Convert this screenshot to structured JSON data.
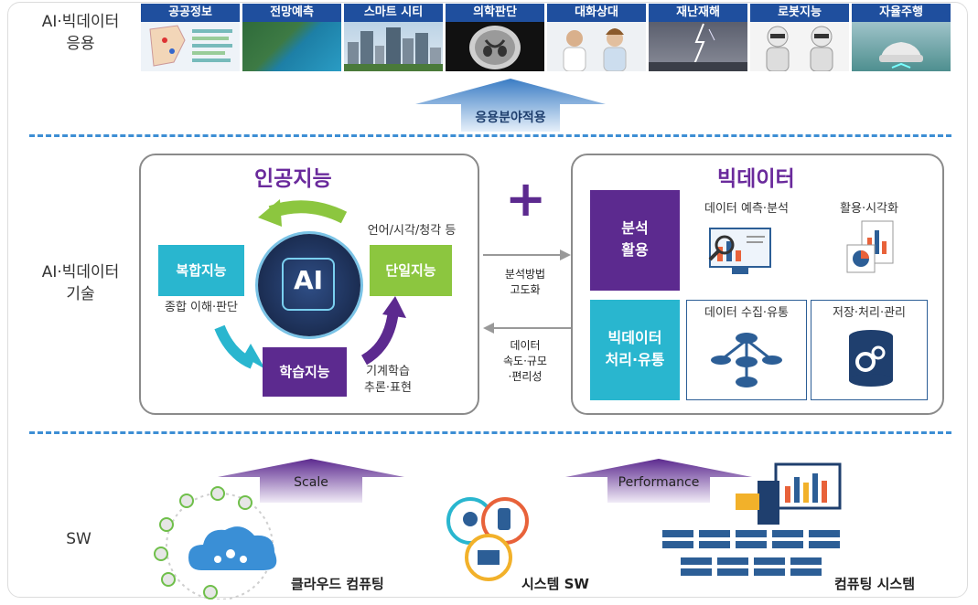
{
  "rows": {
    "app_label": "AI·빅데이터\n응용",
    "tech_label": "AI·빅데이터\n기술",
    "sw_label": "SW"
  },
  "applications": [
    {
      "label": "공공정보"
    },
    {
      "label": "전망예측"
    },
    {
      "label": "스마트 시티"
    },
    {
      "label": "의학판단"
    },
    {
      "label": "대화상대"
    },
    {
      "label": "재난재해"
    },
    {
      "label": "로봇지능"
    },
    {
      "label": "자율주행"
    }
  ],
  "app_arrow_label": "응용분야적용",
  "ai": {
    "title": "인공지능",
    "center_label": "AI",
    "composite": {
      "label": "복합지능",
      "desc": "종합 이해·판단"
    },
    "single": {
      "label": "단일지능",
      "desc": "언어/시각/청각 등"
    },
    "learning": {
      "label": "학습지능",
      "desc": "기계학습\n추론·표현"
    }
  },
  "plus_symbol": "+",
  "link": {
    "to_bigdata": "분석방법\n고도화",
    "to_ai": "데이터\n속도·규모\n·편리성"
  },
  "bigdata": {
    "title": "빅데이터",
    "analysis": {
      "label": "분석\n활용",
      "items": [
        "데이터 예측·분석",
        "활용·시각화"
      ]
    },
    "processing": {
      "label": "빅데이터\n처리·유통",
      "items": [
        "데이터 수집·유통",
        "저장·처리·관리"
      ]
    }
  },
  "sw": {
    "arrows": [
      "Scale",
      "Performance"
    ],
    "items": [
      "클라우드 컴퓨팅",
      "시스템 SW",
      "컴퓨팅 시스템"
    ]
  },
  "colors": {
    "navy": "#1f4f9e",
    "purple": "#5c2a8f",
    "teal": "#29b6cf",
    "green": "#8cc63f",
    "dash": "#3d8ed4"
  }
}
